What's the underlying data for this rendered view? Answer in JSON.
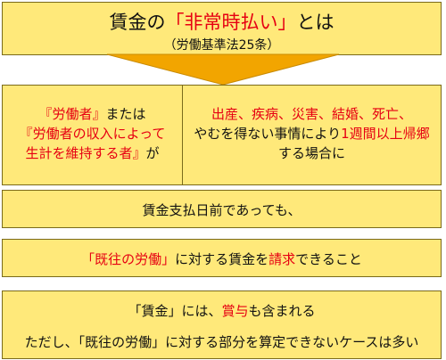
{
  "colors": {
    "box_fill": "#ffe97a",
    "border": "#7a6a1a",
    "accent_red": "#e60012",
    "arrow": "#f2a500"
  },
  "title": {
    "prefix": "賃金の",
    "highlight": "「非常時払い」",
    "suffix": "とは",
    "subtitle": "（労働基準法25条）"
  },
  "arrow_icon": "down-arrow-icon",
  "conditions": {
    "left": {
      "line1_highlight": "『労働者』",
      "line1_suffix": "または",
      "line2_highlight": "『労働者の収入によって",
      "line3_highlight": "生計を維持する者』",
      "line3_suffix": "が"
    },
    "right": {
      "line1_highlight": "出産、疾病、災害、結婚、死亡、",
      "line2_prefix": "やむを得ない事情により",
      "line2_highlight": "1週間以上帰郷",
      "line3": "する場合に"
    }
  },
  "step3": {
    "text": "賃金支払日前であっても、"
  },
  "step4": {
    "highlight1": "「既往の労働」",
    "middle": "に対する賃金を",
    "highlight2": "請求",
    "suffix": "できること"
  },
  "note": {
    "line1_prefix": "「賃金」には、",
    "line1_highlight": "賞与",
    "line1_suffix": "も含まれる",
    "line2": "ただし、「既往の労働」に対する部分を算定できないケースは多い"
  }
}
